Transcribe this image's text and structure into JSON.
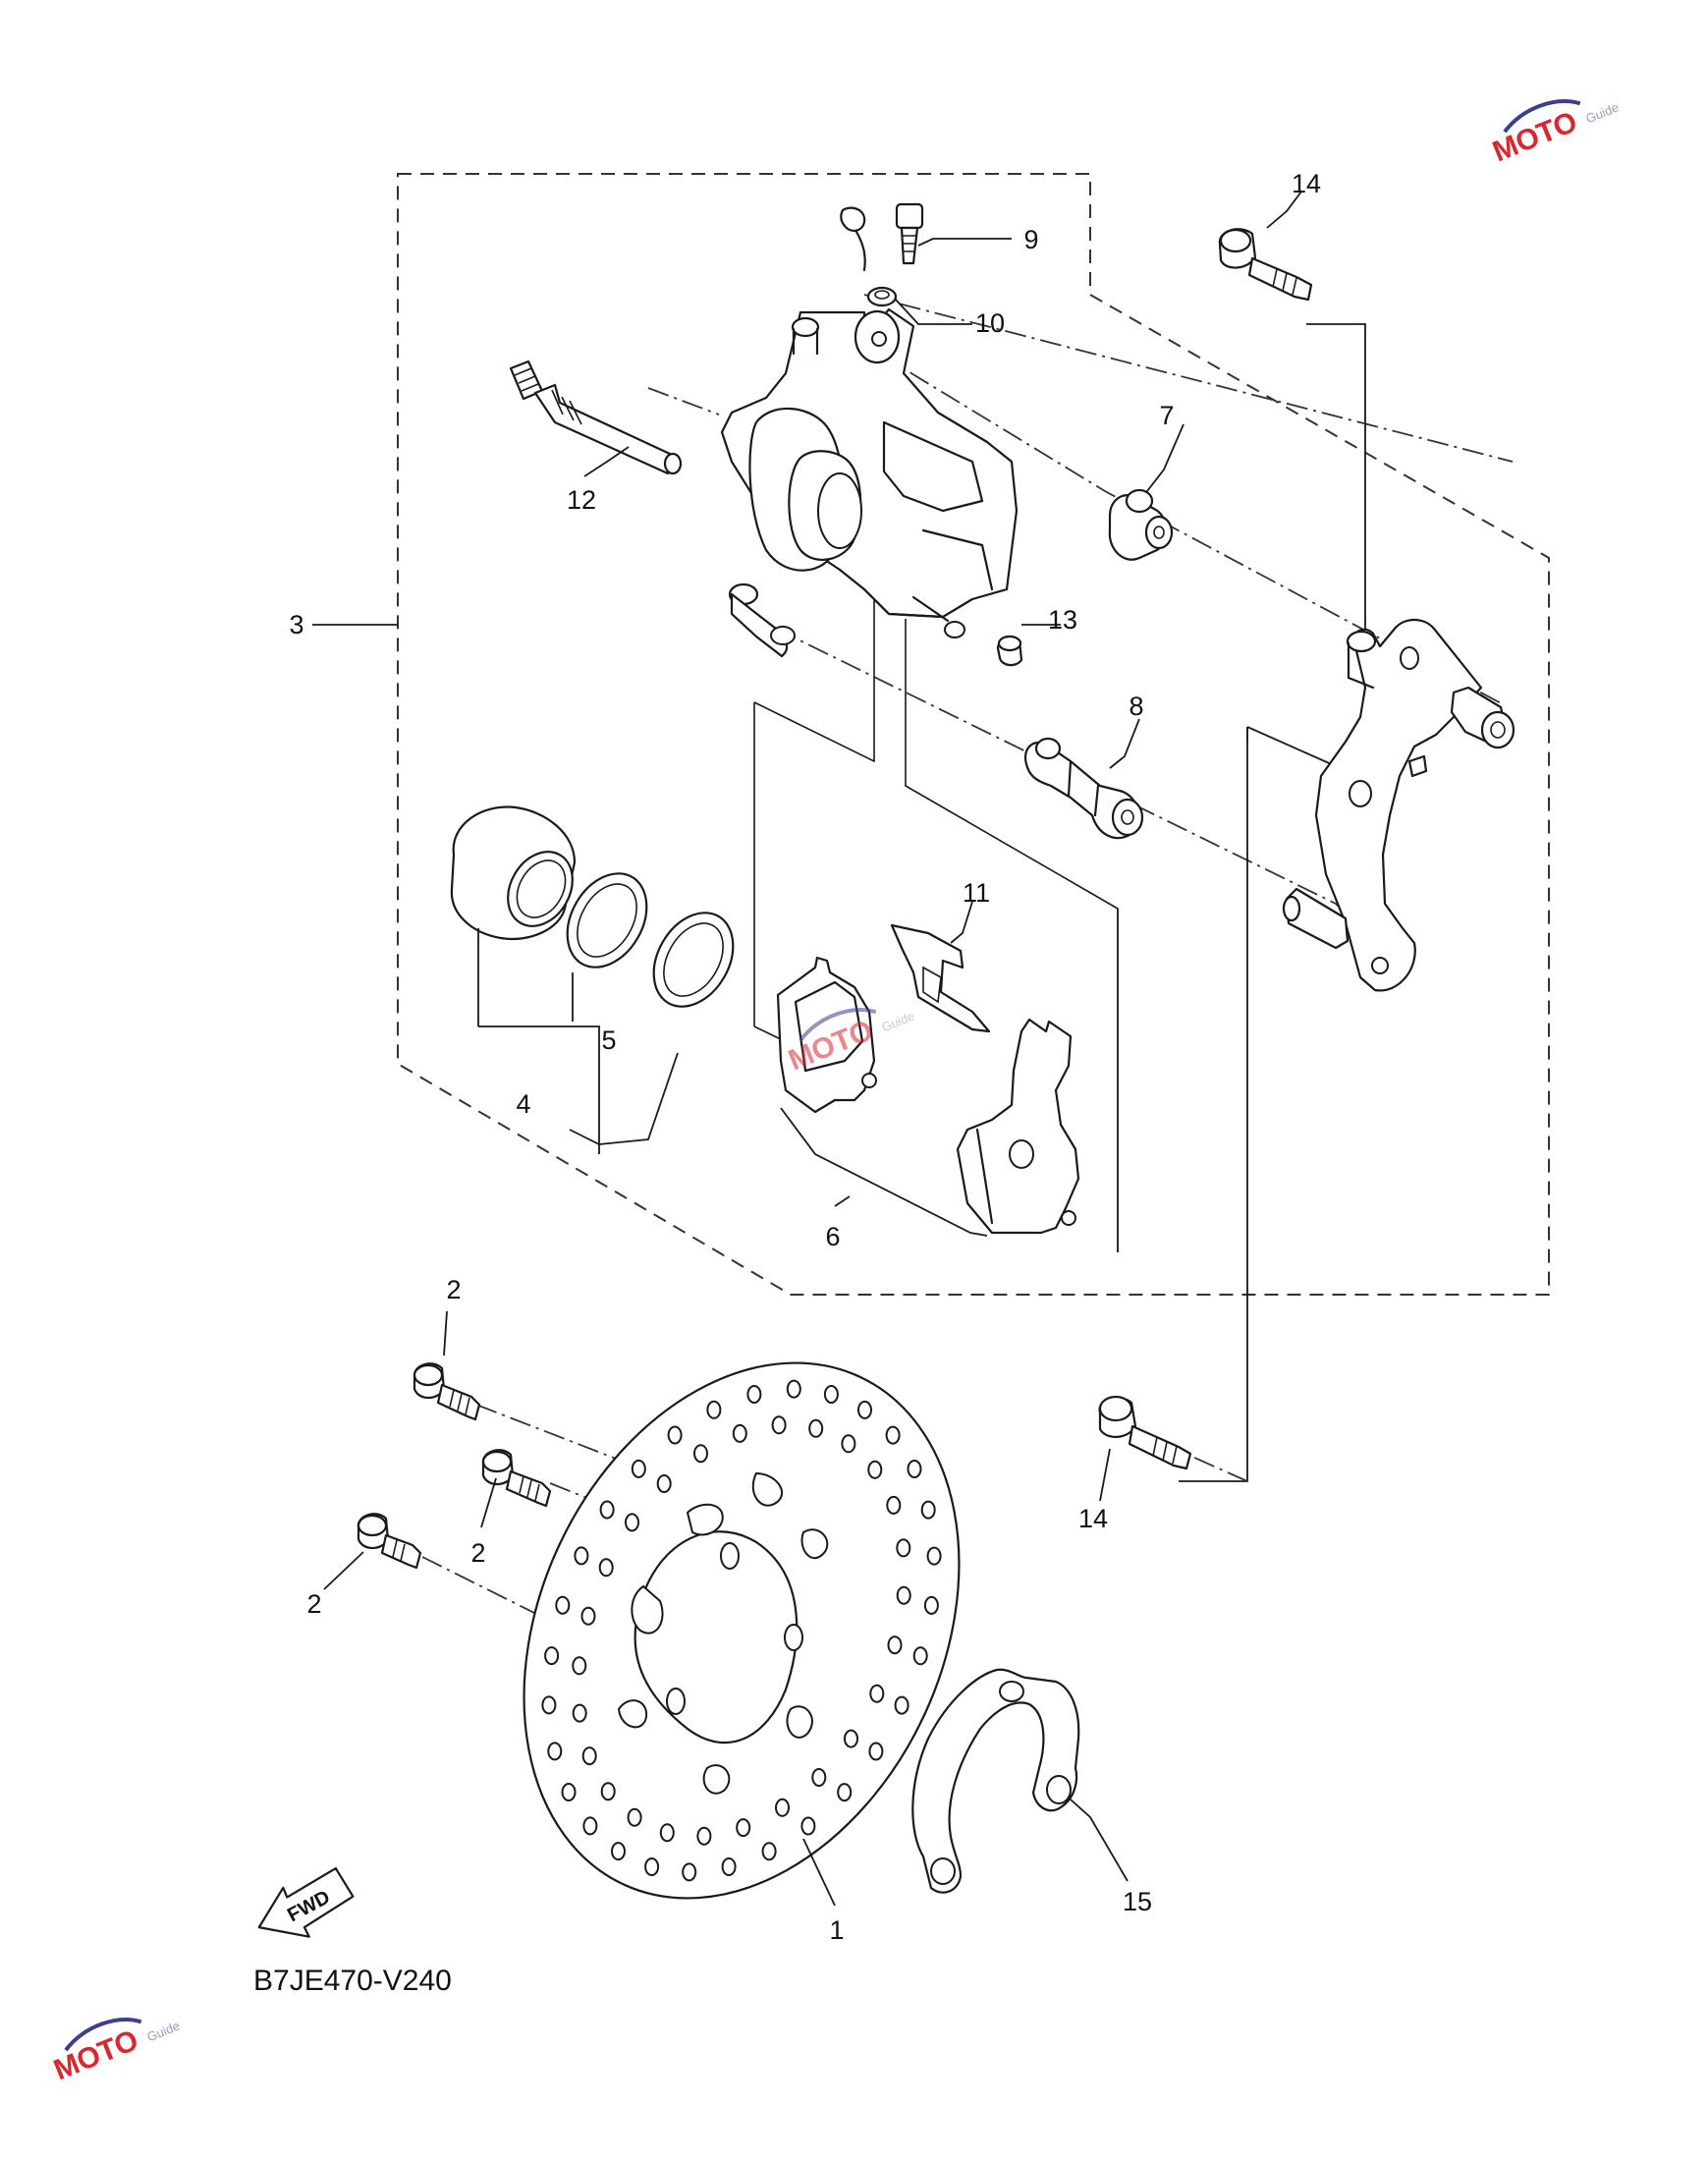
{
  "diagram": {
    "code": "B7JE470-V240",
    "direction_marker": "FWD",
    "callouts": {
      "c1": "1",
      "c2a": "2",
      "c2b": "2",
      "c2c": "2",
      "c3": "3",
      "c4": "4",
      "c5": "5",
      "c6": "6",
      "c7": "7",
      "c8": "8",
      "c9": "9",
      "c10": "10",
      "c11": "11",
      "c12": "12",
      "c13": "13",
      "c14a": "14",
      "c14b": "14",
      "c15": "15"
    }
  },
  "watermarks": [
    {
      "logo": "MOTO",
      "sub": "Guide"
    },
    {
      "logo": "MOTO",
      "sub": "Guide"
    },
    {
      "logo": "MOTO",
      "sub": "Guide"
    }
  ],
  "colors": {
    "line": "#1a1a1a",
    "watermark_red": "#d9262f",
    "watermark_blue": "#3a3f8f"
  }
}
